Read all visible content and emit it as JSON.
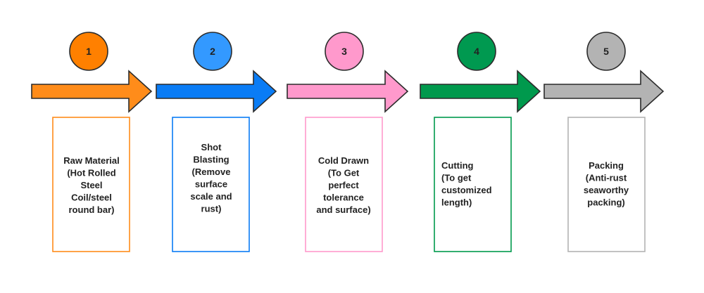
{
  "steps": [
    {
      "number": "1",
      "color": "#FF8C1A",
      "circle_color": "#FF8000",
      "text_lines": [
        "Raw Material",
        "(Hot Rolled",
        "Steel",
        "Coil/steel",
        "round bar)"
      ],
      "align": "center"
    },
    {
      "number": "2",
      "color": "#0A7CF5",
      "circle_color": "#3399FF",
      "text_lines": [
        "Shot",
        "Blasting",
        "(Remove",
        "surface",
        "scale and",
        "rust)"
      ],
      "align": "center"
    },
    {
      "number": "3",
      "color": "#FF99CC",
      "circle_color": "#FF99CC",
      "text_lines": [
        "Cold Drawn",
        "(To Get",
        "perfect",
        "tolerance",
        "and surface)"
      ],
      "align": "center"
    },
    {
      "number": "4",
      "color": "#00994D",
      "circle_color": "#009950",
      "text_lines": [
        "Cutting",
        "(To get",
        "customized",
        "length)"
      ],
      "align": "left"
    },
    {
      "number": "5",
      "color": "#B3B3B3",
      "circle_color": "#B3B3B3",
      "text_lines": [
        "Packing",
        "(Anti-rust",
        "seaworthy",
        "packing)"
      ],
      "align": "center"
    }
  ]
}
